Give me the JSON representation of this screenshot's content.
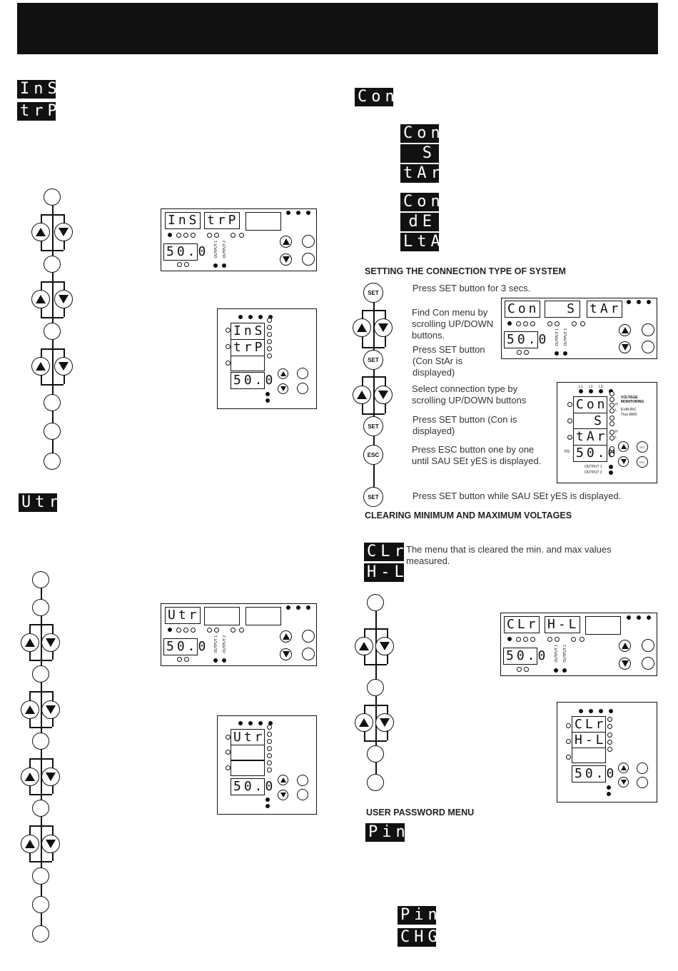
{
  "codes": {
    "ins": "InS",
    "trp": "trP",
    "con": "Con",
    "s": "S",
    "tar": "tAr",
    "de": "dE",
    "lta": "LtA",
    "utr": "Utr",
    "clr": "CLr",
    "hl": "H-L",
    "pin": "Pin",
    "chg": "CHG",
    "freq": "50.0"
  },
  "headings": {
    "connection": "SETTING THE CONNECTION TYPE OF SYSTEM",
    "clearing": "CLEARING MINIMUM AND MAXIMUM VOLTAGES",
    "password": "USER PASSWORD MENU"
  },
  "buttons": {
    "set": "SET",
    "esc": "ESC"
  },
  "steps": {
    "s1": "Press SET button for 3 secs.",
    "s2": "Find Con menu by scrolling UP/DOWN buttons.",
    "s3": "Press SET button (Con StAr  is displayed)",
    "s4": "Select connection type by scrolling UP/DOWN  buttons",
    "s5": "Press SET button (Con is displayed)",
    "s6": "Press ESC button one by one until SAU SEt yES is displayed.",
    "s7": "Press SET button while SAU SEt yES is displayed."
  },
  "clr_desc": "The menu that is cleared the min. and max values measured.",
  "device": {
    "output1": "OUTPUT 1",
    "output2": "OUTPUT 2",
    "brand": "VOLTAGE MONITORING",
    "model": "EVM-05C",
    "trms": "True RMS",
    "hz": "Hz",
    "l1": "L1",
    "l2": "L2",
    "l3": "L3",
    "h": "H",
    "l": "L"
  }
}
